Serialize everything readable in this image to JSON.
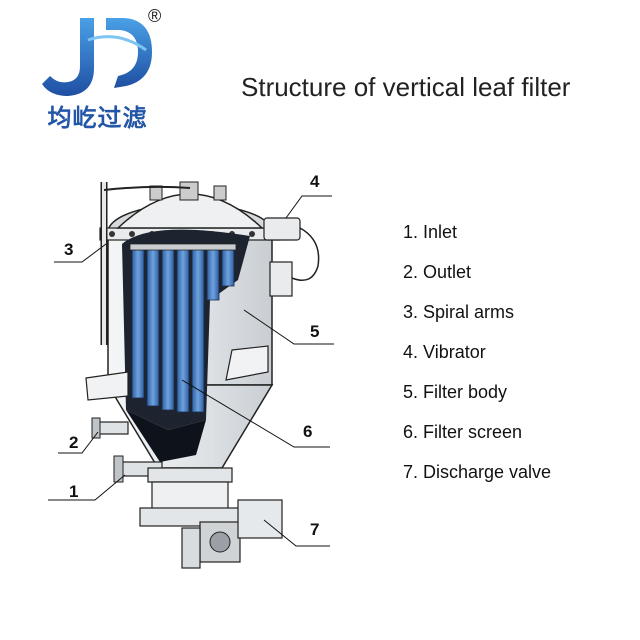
{
  "logo": {
    "text": "均屹过滤",
    "registered_mark": "®"
  },
  "title": "Structure of vertical leaf filter",
  "callouts": [
    "1",
    "2",
    "3",
    "4",
    "5",
    "6",
    "7"
  ],
  "legend": [
    "1. Inlet",
    "2. Outlet",
    "3. Spiral arms",
    "4. Vibrator",
    "5. Filter body",
    "6. Filter screen",
    "7. Discharge valve"
  ],
  "colors": {
    "brand_blue": "#2456a8",
    "leaf_blue": "#3f78c4",
    "body_grey": "#e4e7ea",
    "outline": "#222222"
  }
}
